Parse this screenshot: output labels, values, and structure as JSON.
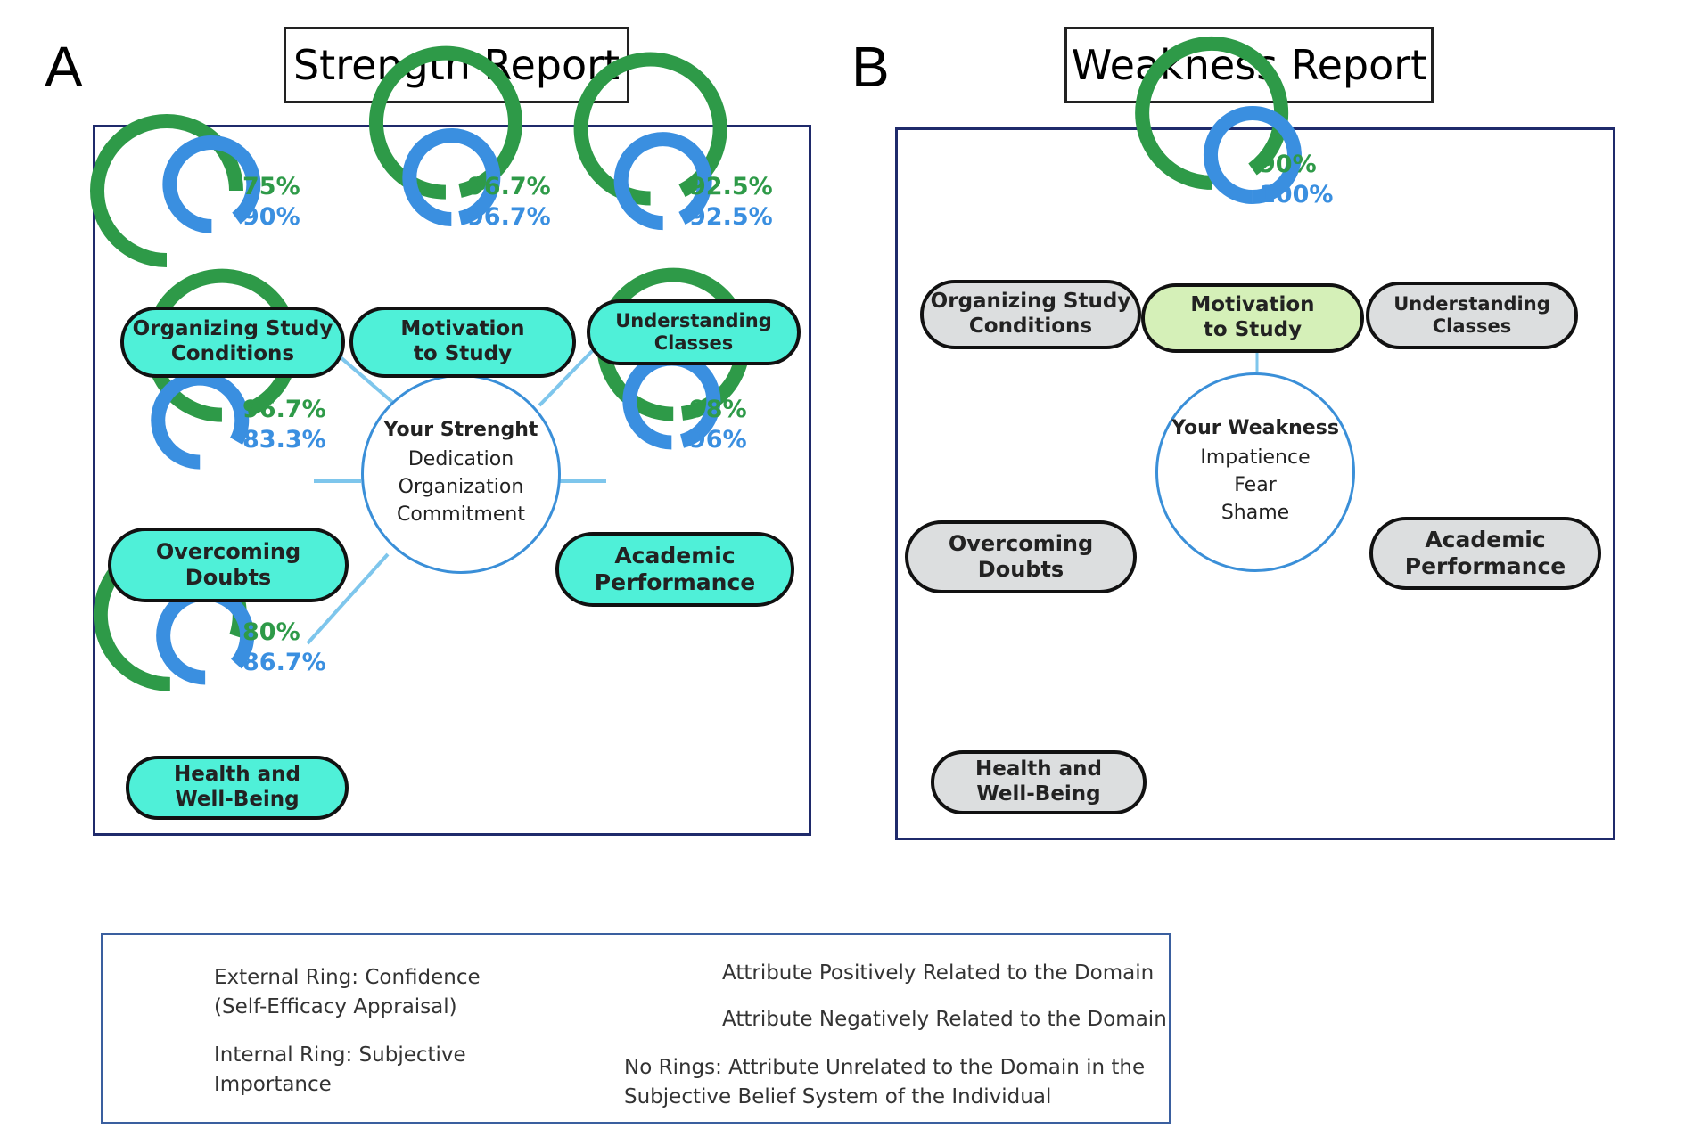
{
  "panel_a": {
    "letter": "A",
    "title": "Strength Report",
    "center": {
      "title": "Your Strenght",
      "items": [
        "Dedication",
        "Organization",
        "Commitment"
      ]
    },
    "domains": [
      {
        "label_lines": [
          "Organizing Study",
          "Conditions"
        ],
        "confidence": "75%",
        "importance": "90%",
        "confidence_value": 75,
        "importance_value": 90
      },
      {
        "label_lines": [
          "Motivation",
          "to Study"
        ],
        "confidence": "96.7%",
        "importance": "96.7%",
        "confidence_value": 96.7,
        "importance_value": 96.7
      },
      {
        "label_lines": [
          "Understanding",
          "Classes"
        ],
        "confidence": "92.5%",
        "importance": "92.5%",
        "confidence_value": 92.5,
        "importance_value": 92.5
      },
      {
        "label_lines": [
          "Overcoming",
          "Doubts"
        ],
        "confidence": "96.7%",
        "importance": "83.3%",
        "confidence_value": 96.7,
        "importance_value": 83.3
      },
      {
        "label_lines": [
          "Academic",
          "Performance"
        ],
        "confidence": "98%",
        "importance": "96%",
        "confidence_value": 98,
        "importance_value": 96
      },
      {
        "label_lines": [
          "Health and",
          "Well-Being"
        ],
        "confidence": "80%",
        "importance": "86.7%",
        "confidence_value": 80,
        "importance_value": 86.7
      }
    ]
  },
  "panel_b": {
    "letter": "B",
    "title": "Weakness Report",
    "center": {
      "title": "Your Weakness",
      "items": [
        "Impatience",
        "Fear",
        "Shame"
      ]
    },
    "domains": [
      {
        "label_lines": [
          "Organizing Study",
          "Conditions"
        ]
      },
      {
        "label_lines": [
          "Motivation",
          "to Study"
        ],
        "confidence": "90%",
        "importance": "100%",
        "confidence_value": 90,
        "importance_value": 100
      },
      {
        "label_lines": [
          "Understanding",
          "Classes"
        ]
      },
      {
        "label_lines": [
          "Overcoming",
          "Doubts"
        ]
      },
      {
        "label_lines": [
          "Academic",
          "Performance"
        ]
      },
      {
        "label_lines": [
          "Health and",
          "Well-Being"
        ]
      }
    ]
  },
  "legend": {
    "external_ring": [
      "External Ring:  Confidence",
      "(Self-Efficacy Appraisal)"
    ],
    "internal_ring": [
      "Internal Ring: Subjective",
      "Importance"
    ],
    "positive_line": "Attribute Positively Related to the Domain",
    "negative_line": "Attribute Negatively Related to the Domain",
    "no_rings": [
      "No Rings: Attribute Unrelated to the Domain in the",
      "Subjective Belief System of the Individual"
    ]
  },
  "colors": {
    "outer_ring": "#2e9a48",
    "inner_ring": "#3a8fe0",
    "legend_outer_ring": "#3f9a2a",
    "legend_inner_ring": "#2a4fd0",
    "positive_line": "#7ec6ec",
    "negative_line": "#c8cccf",
    "pill_teal": "#4ff0d8",
    "pill_grey": "#dcdedf",
    "pill_green": "#d5f0b8"
  }
}
